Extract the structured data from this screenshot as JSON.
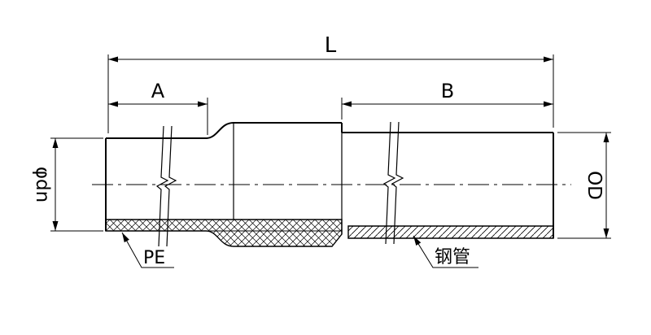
{
  "drawing": {
    "dimensions": {
      "length_total": {
        "label": "L"
      },
      "segment_a": {
        "label": "A"
      },
      "segment_b": {
        "label": "B"
      },
      "left_diameter": {
        "label": "φdn"
      },
      "right_diameter": {
        "label": "OD"
      }
    },
    "callouts": {
      "pe": {
        "label": "PE"
      },
      "steel_pipe": {
        "label": "钢管"
      }
    },
    "colors": {
      "line": "#000000",
      "background": "#ffffff"
    }
  }
}
